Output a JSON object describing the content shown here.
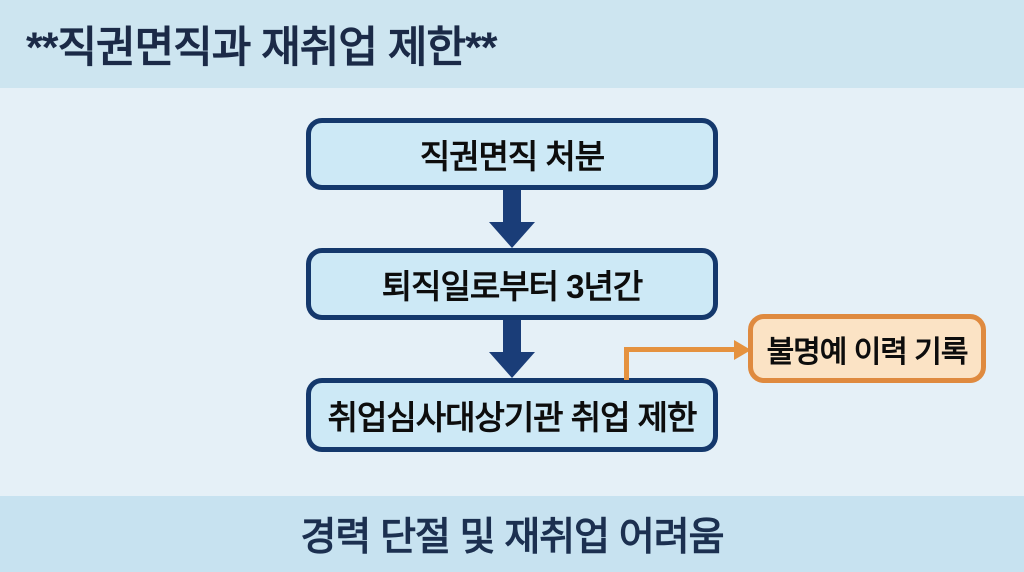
{
  "header": {
    "title": "**직권면직과 재취업 제한**"
  },
  "flow": {
    "steps": [
      {
        "label": "직권면직 처분"
      },
      {
        "label": "퇴직일로부터 3년간"
      },
      {
        "label": "취업심사대상기관 취업 제한"
      }
    ],
    "annotation": {
      "label": "불명예 이력 기록"
    }
  },
  "footer": {
    "text": "경력 단절 및 재취업 어려움"
  },
  "colors": {
    "header_band_bg": "#cde5f0",
    "canvas_bg": "#e5f0f7",
    "footer_band_bg": "#c7e2f0",
    "title_text": "#1b2a47",
    "footer_text": "#1c3050",
    "box_border_navy": "#14386c",
    "box_fill_blue": "#cde9f6",
    "arrow_navy": "#1a3d78",
    "connector_orange": "#e5923f",
    "annotation_border_orange": "#df8a3f",
    "annotation_fill": "#fbe3c5",
    "box_text": "#0d0d0d"
  }
}
